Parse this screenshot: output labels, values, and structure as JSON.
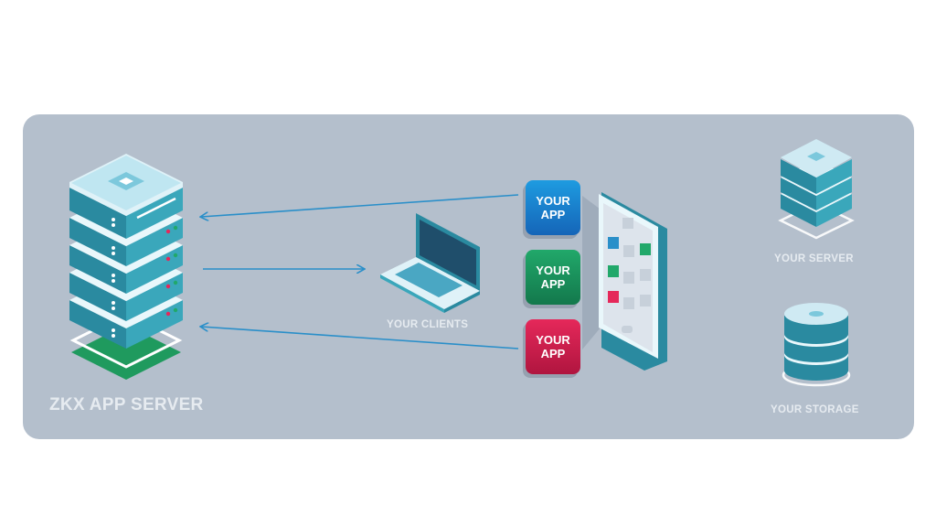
{
  "labels": {
    "main_server": "ZKX APP SERVER",
    "clients": "YOUR CLIENTS",
    "your_server": "YOUR SERVER",
    "your_storage": "YOUR STORAGE"
  },
  "apps": [
    {
      "line1": "YOUR",
      "line2": "APP",
      "color_top": "#1e9be0",
      "color_bottom": "#1565b8"
    },
    {
      "line1": "YOUR",
      "line2": "APP",
      "color_top": "#21a86a",
      "color_bottom": "#13784c"
    },
    {
      "line1": "YOUR",
      "line2": "APP",
      "color_top": "#e5285a",
      "color_bottom": "#b0153f"
    }
  ],
  "colors": {
    "panel": "#b4bfcc",
    "arrow": "#2a8fc9",
    "server_teal": "#2e95a8",
    "base_green": "#1f9a5e"
  }
}
